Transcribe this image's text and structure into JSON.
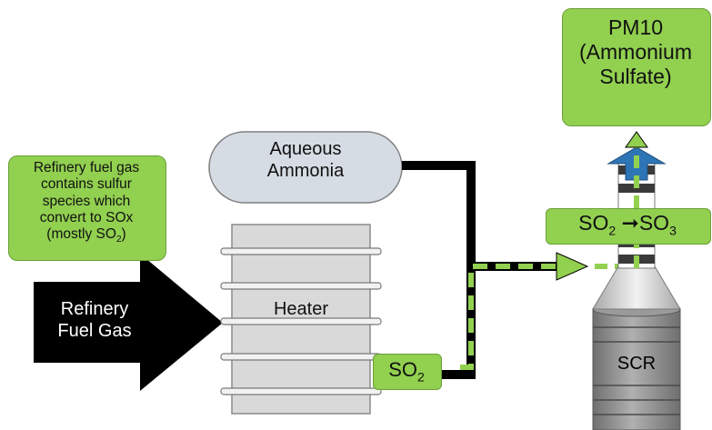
{
  "note_box": {
    "lines": [
      "Refinery fuel gas",
      "contains sulfur",
      "species which",
      "convert to SOx"
    ],
    "last_line_prefix": "(mostly SO",
    "last_line_sub": "2",
    "last_line_suffix": ")"
  },
  "ammonia_label": [
    "Aqueous",
    "Ammonia"
  ],
  "fuel_arrow_label": [
    "Refinery",
    "Fuel Gas"
  ],
  "heater_label": "Heater",
  "so2_small": {
    "main": "SO",
    "sub": "2"
  },
  "conversion": {
    "left_main": "SO",
    "left_sub": "2",
    "arrow": "➞",
    "right_main": "SO",
    "right_sub": "3"
  },
  "scr_label": "SCR",
  "pm10_label": [
    "PM10",
    "(Ammonium",
    "Sulfate)"
  ],
  "colors": {
    "green": "#92d050",
    "green_dark": "#6a9f3a",
    "black": "#000000",
    "blue": "#2e75b6",
    "heater_gray": "#d9d9d9",
    "ammonia_fill": "#d6dce4",
    "scr_gray": "#8c8c8c"
  }
}
